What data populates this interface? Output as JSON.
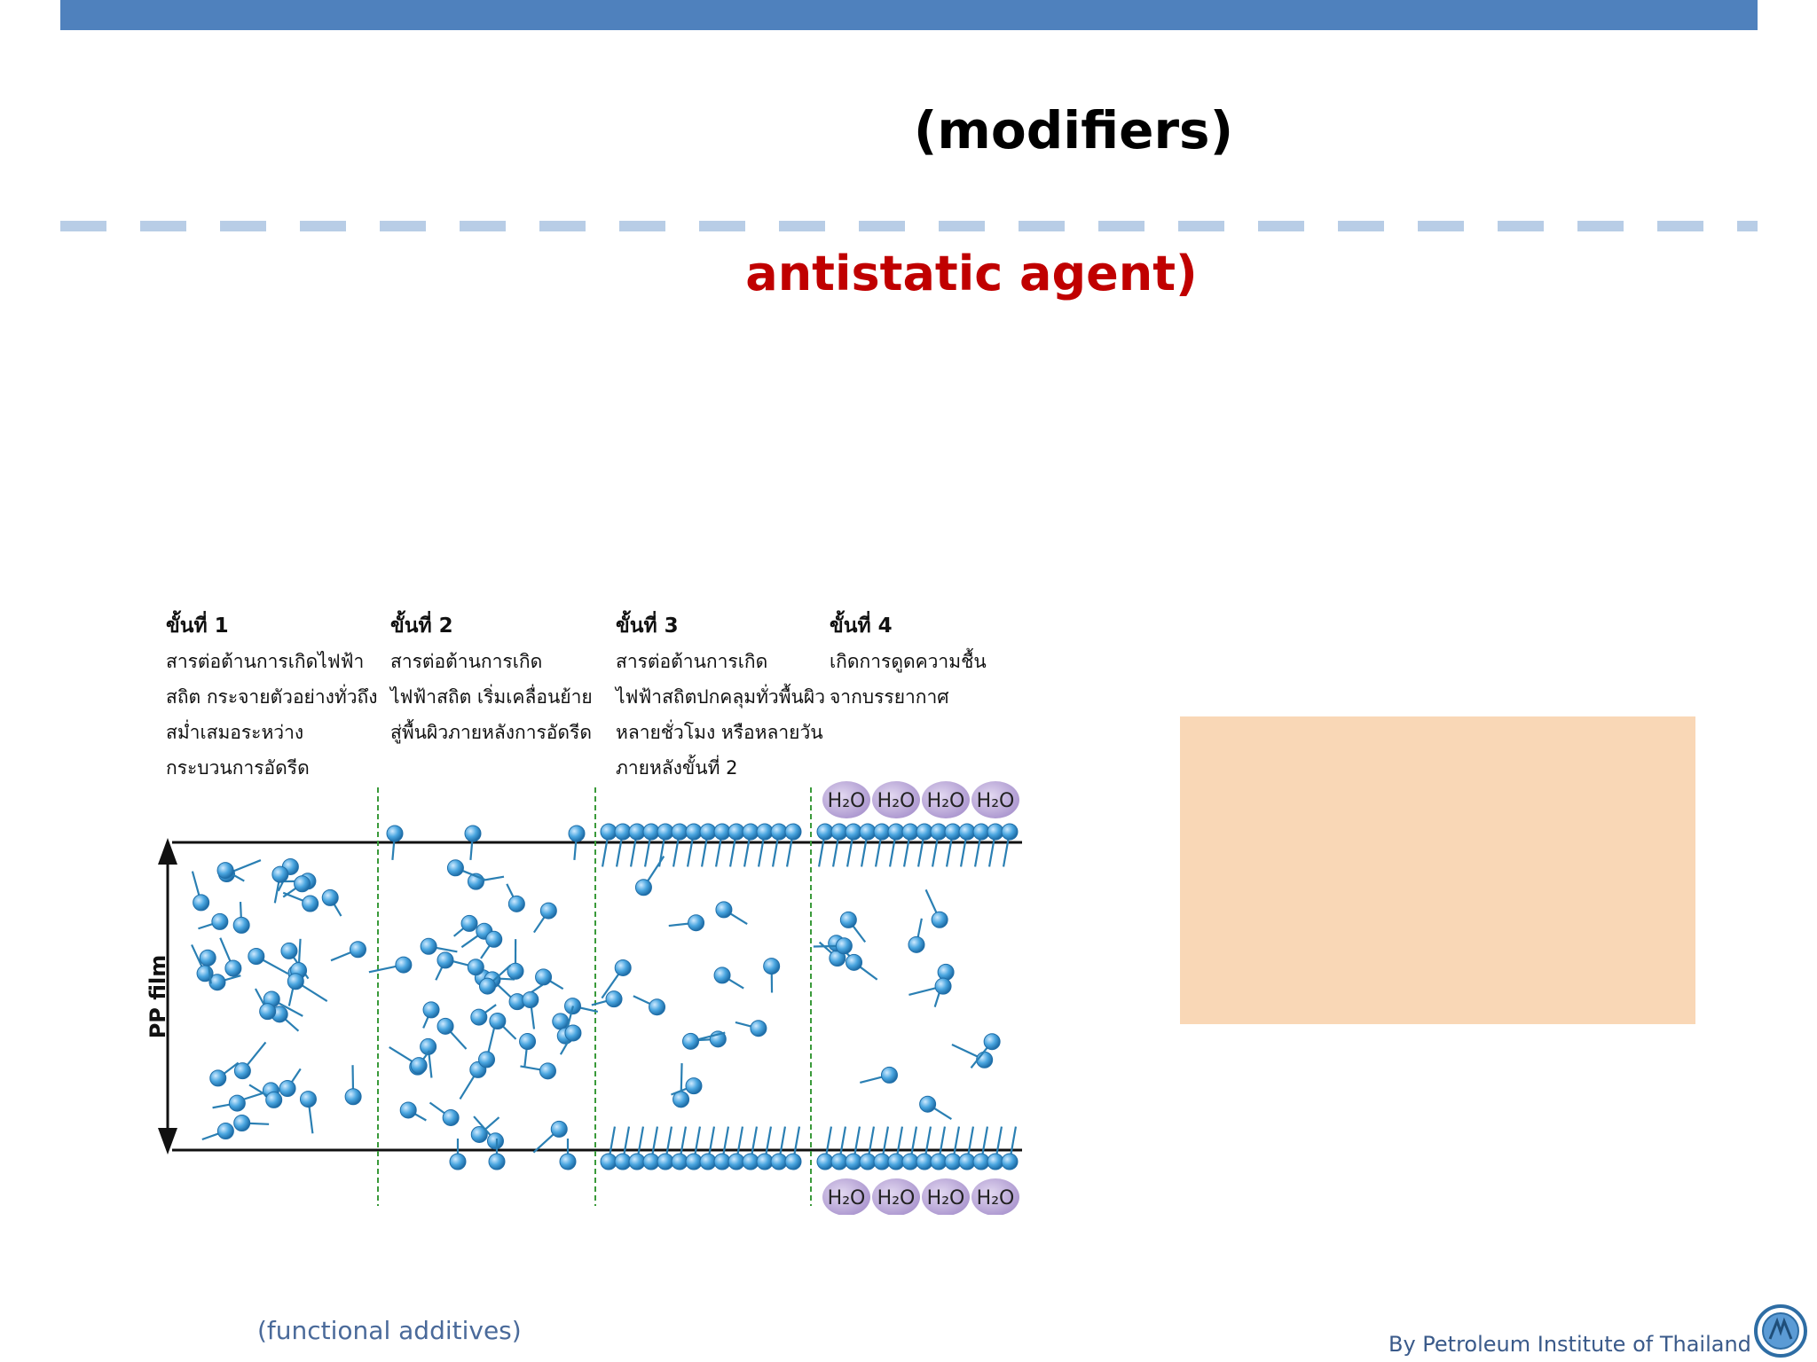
{
  "colors": {
    "top_bar": "#4f81bd",
    "dash": "#b8cde6",
    "subtitle": "#c00000",
    "peach_box": "#f9d7b6",
    "molecule": "#3a9ad9",
    "tail": "#2a7fb3",
    "h2o": "#b9a6d6",
    "divider": "#3a9a3a"
  },
  "slide": {
    "title": "(modifiers)",
    "subtitle": "antistatic agent)"
  },
  "diagram": {
    "film_label": "PP film",
    "water_label": "H₂O",
    "steps": [
      {
        "heading": "ขั้นที่ 1",
        "lines": [
          "สารต่อต้านการเกิดไฟฟ้า",
          "สถิต กระจายตัวอย่างทั่วถึง",
          "สม่ำเสมอระหว่าง",
          "กระบวนการอัดรีด"
        ]
      },
      {
        "heading": "ขั้นที่ 2",
        "lines": [
          "สารต่อต้านการเกิด",
          "ไฟฟ้าสถิต เริ่มเคลื่อนย้าย",
          "สู่พื้นผิวภายหลังการอัดรีด"
        ]
      },
      {
        "heading": "ขั้นที่ 3",
        "lines": [
          "สารต่อต้านการเกิด",
          "ไฟฟ้าสถิตปกคลุมทั่วพื้นผิว",
          "หลายชั่วโมง หรือหลายวัน",
          "ภายหลังขั้นที่ 2"
        ]
      },
      {
        "heading": "ขั้นที่ 4",
        "lines": [
          "เกิดการดูดความชื้น",
          "จากบรรยากาศ"
        ]
      }
    ]
  },
  "footer": {
    "left": "(functional additives)",
    "right": "By Petroleum Institute of Thailand",
    "logo_icon": "pti-logo-icon"
  }
}
